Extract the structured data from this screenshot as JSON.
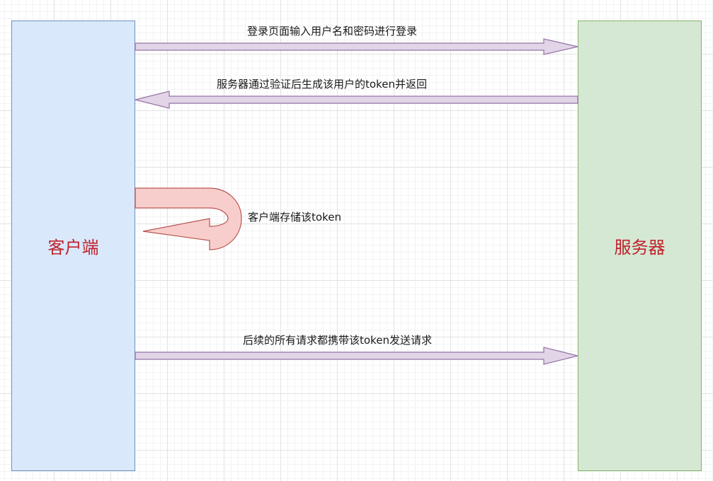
{
  "nodes": {
    "client": {
      "label": "客户端"
    },
    "server": {
      "label": "服务器"
    }
  },
  "messages": [
    {
      "text": "登录页面输入用户名和密码进行登录",
      "from": "client",
      "to": "server"
    },
    {
      "text": "服务器通过验证后生成该用户的token并返回",
      "from": "server",
      "to": "client"
    },
    {
      "text": "客户端存储该token",
      "from": "client",
      "to": "client"
    },
    {
      "text": "后续的所有请求都携带该token发送请求",
      "from": "client",
      "to": "server"
    }
  ],
  "colors": {
    "client_fill": "#dae8fc",
    "client_stroke": "#6c8ebf",
    "server_fill": "#d5e8d4",
    "server_stroke": "#82b366",
    "arrow_fill": "#e1d5e7",
    "arrow_stroke": "#9673a6",
    "self_arrow_fill": "#f8cecc",
    "self_arrow_stroke": "#b85450",
    "node_label": "#c0212b"
  }
}
